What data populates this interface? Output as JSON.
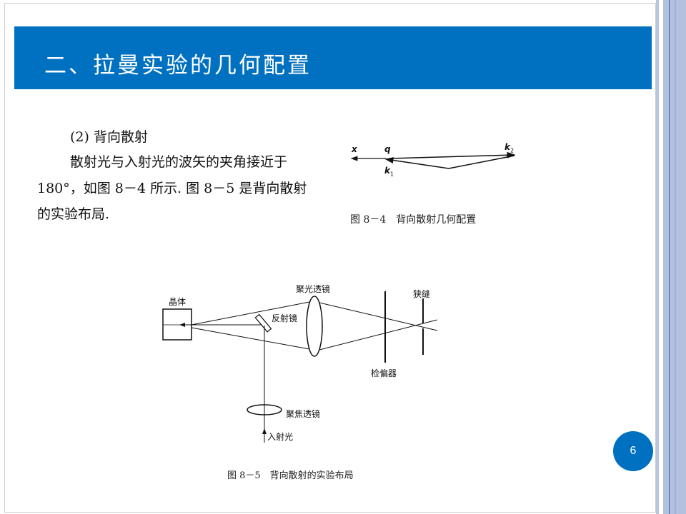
{
  "slide": {
    "title": "二、拉曼实验的几何配置",
    "page_number": "6",
    "accent_color": "#0070c0"
  },
  "body": {
    "heading": "(2) 背向散射",
    "lines": [
      "散射光与入射光的波矢的夹角接近于",
      "180°，如图 8－4 所示. 图 8－5 是背向散射",
      "的实验布局."
    ]
  },
  "figure_8_4": {
    "labels": {
      "x": "x",
      "q": "q",
      "k1": "k",
      "k1_sub": "1",
      "k2": "k",
      "k2_sub": "2"
    },
    "caption": "图 8－4　背向散射几何配置"
  },
  "figure_8_5": {
    "labels": {
      "crystal": "晶体",
      "mirror": "反射镜",
      "collecting_lens": "聚光透镜",
      "analyzer": "检偏器",
      "slit": "狭缝",
      "focusing_lens": "聚焦透镜",
      "incident_light": "入射光"
    },
    "caption": "图 8－5　背向散射的实验布局"
  }
}
